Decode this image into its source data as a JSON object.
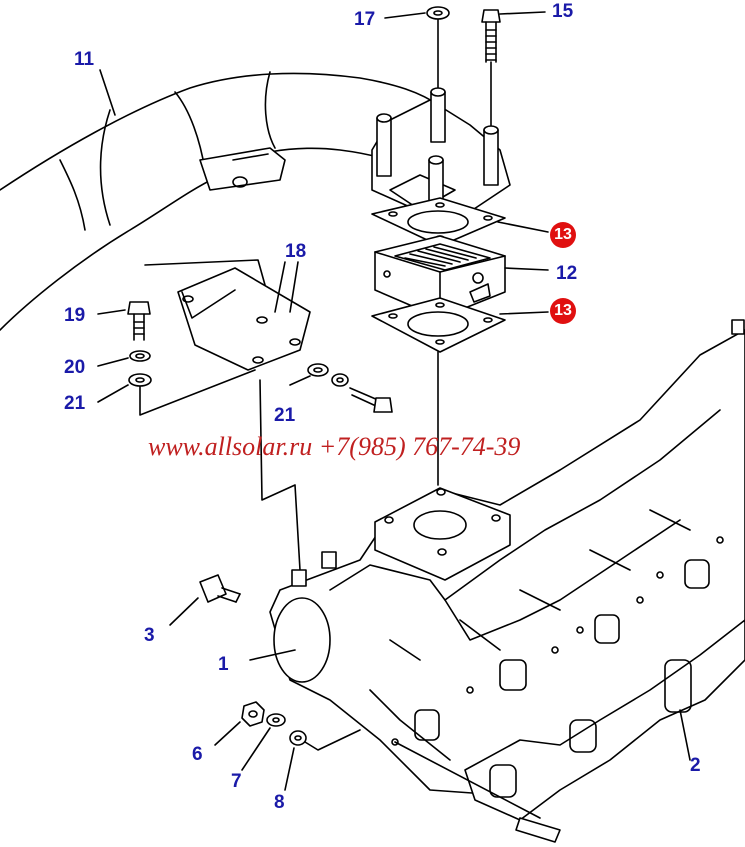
{
  "callouts": {
    "c1": "1",
    "c2": "2",
    "c3": "3",
    "c6": "6",
    "c7": "7",
    "c8": "8",
    "c11": "11",
    "c12": "12",
    "c13a": "13",
    "c13b": "13",
    "c15": "15",
    "c17": "17",
    "c18": "18",
    "c19": "19",
    "c20": "20",
    "c21a": "21",
    "c21b": "21"
  },
  "watermark": "www.allsolar.ru +7(985) 767-74-39",
  "colors": {
    "callout_text": "#1a1aa8",
    "highlight": "#e01010",
    "watermark": "#c02020",
    "line": "#000000"
  }
}
